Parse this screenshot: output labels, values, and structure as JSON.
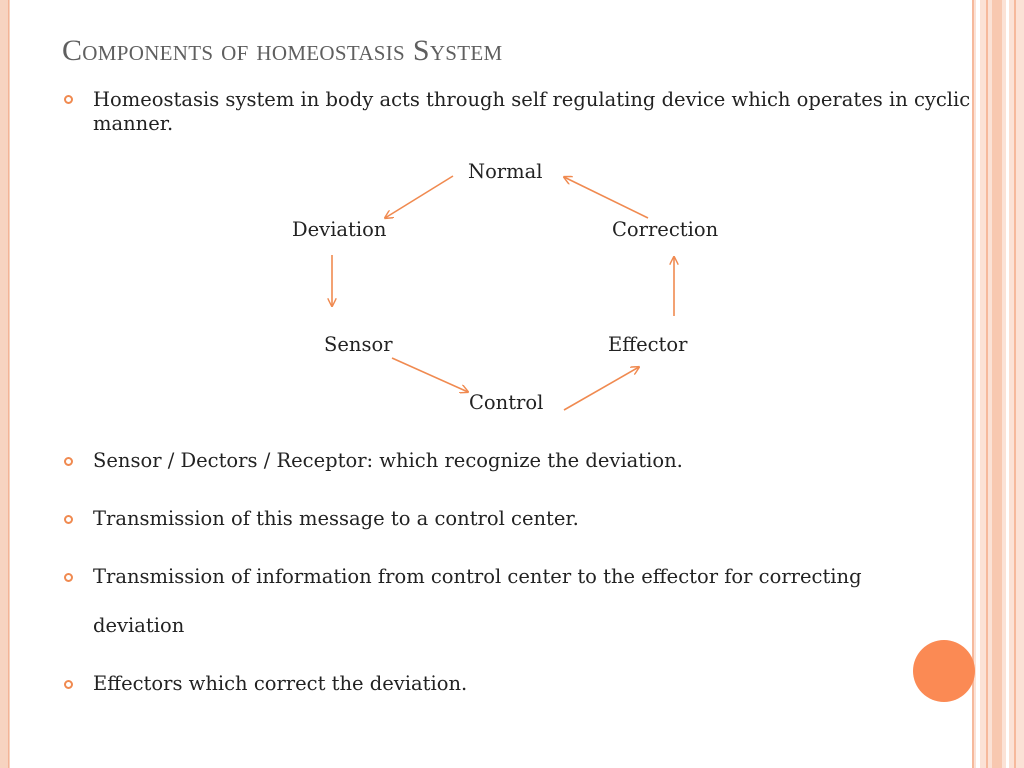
{
  "slide": {
    "title": "Components of homeostasis System",
    "intro": "Homeostasis system in body acts through self regulating device which operates in cyclic manner.",
    "bullets": [
      "Sensor / Dectors / Receptor: which recognize the deviation.",
      "Transmission of this message to a control center.",
      "Transmission of information from control center to the effector for correcting",
      "Effectors which correct the deviation."
    ],
    "bullet_continuation": "deviation"
  },
  "diagram": {
    "nodes": {
      "normal": "Normal",
      "deviation": "Deviation",
      "correction": "Correction",
      "sensor": "Sensor",
      "effector": "Effector",
      "control": "Control"
    },
    "cycle": [
      "Normal",
      "Deviation",
      "Sensor",
      "Control",
      "Effector",
      "Correction"
    ]
  },
  "colors": {
    "accent": "#f08a50",
    "title": "#5f5f5f",
    "decoration": "#fb8a54"
  }
}
